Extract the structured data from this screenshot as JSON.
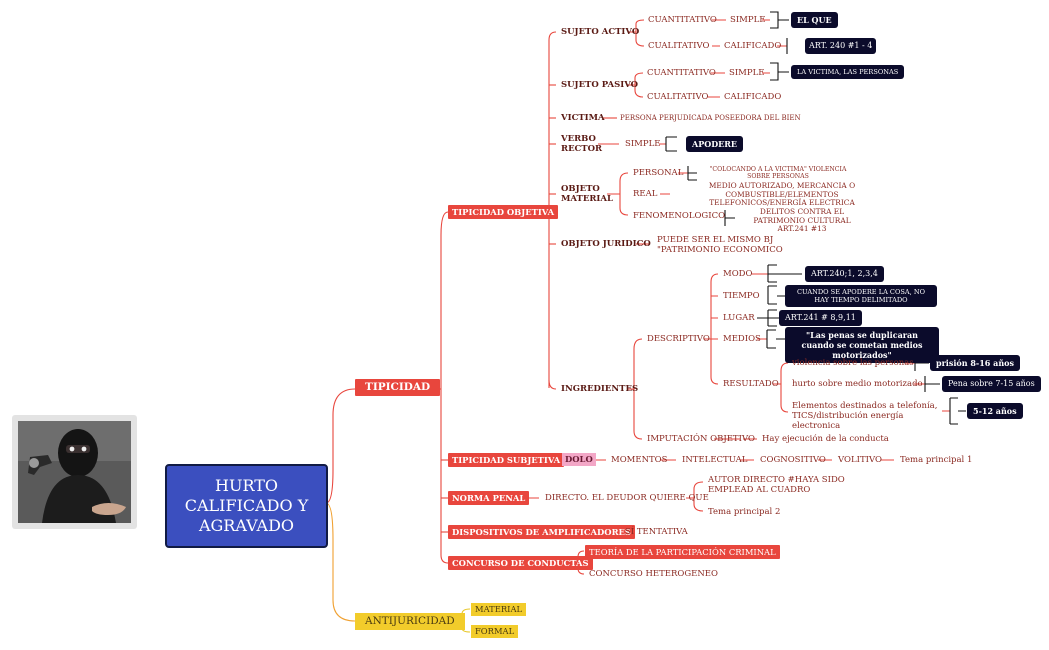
{
  "root": "HURTO CALIFICADO Y AGRAVADO",
  "main": {
    "tipicidad": "TIPICIDAD",
    "antijuricidad": "ANTIJURICIDAD"
  },
  "anti": {
    "material": "MATERIAL",
    "formal": "FORMAL"
  },
  "objetiva": {
    "label": "TIPICIDAD OBJETIVA",
    "sujeto_activo": {
      "label": "SUJETO ACTIVO",
      "cuantitativo": "CUANTITATIVO",
      "simple": "SIMPLE",
      "cualitativo": "CUALITATIVO",
      "calificado": "CALIFICADO",
      "box1": "EL QUE",
      "box2": "ART. 240 #1 - 4"
    },
    "sujeto_pasivo": {
      "label": "SUJETO PASIVO",
      "cuantitativo": "CUANTITATIVO",
      "simple": "SIMPLE",
      "cualitativo": "CUALITATIVO",
      "calificado": "CALIFICADO",
      "box": "LA VICTIMA, LAS PERSONAS"
    },
    "victima": {
      "label": "VICTIMA",
      "desc": "PERSONA PERJUDICADA POSEEDORA DEL BIEN"
    },
    "verbo": {
      "label": "VERBO RECTOR",
      "simple": "SIMPLE",
      "box": "APODERE"
    },
    "objeto_material": {
      "label": "OBJETO MATERIAL",
      "personal": "PERSONAL",
      "personal_desc": "\"COLOCANDO A LA VICTIMA\" VIOLENCIA SOBRE PERSONAS",
      "real": "REAL",
      "real_desc": "MEDIO AUTORIZADO, MERCANCIA O COMBUSTIBLE/ELEMENTOS TELEFONICOS/ENERGÍA ELECTRICA",
      "fenomenologico": "FENOMENOLOGICO",
      "fenom_desc": "DELITOS CONTRA EL PATRIMONIO CULTURAL ART.241 #13"
    },
    "objeto_juridico": {
      "label": "OBJETO JURIDICO",
      "desc": "PUEDE SER EL MISMO BJ \"PATRIMONIO ECONOMICO"
    },
    "ingredientes": {
      "label": "INGREDIENTES",
      "descriptivo": "DESCRIPTIVO",
      "modo": "MODO",
      "modo_box": "ART.240;1, 2,3,4",
      "tiempo": "TIEMPO",
      "tiempo_box": "CUANDO SE APODERE LA COSA, NO HAY TIEMPO DELIMITADO",
      "lugar": "LUGAR",
      "lugar_box": "ART.241 # 8,9,11",
      "medios": "MEDIOS",
      "medios_box": "\"Las penas se duplicaran cuando se cometan medios motorizados\"",
      "resultado": "RESULTADO",
      "r1": "violencia sobre las personas",
      "r1_box": "prisión 8-16 años",
      "r2": "hurto sobre medio motorizado",
      "r2_box": "Pena sobre 7-15 años",
      "r3": "Elementos destinados a telefonía, TICS/distribución energía electronica",
      "r3_box": "5-12 años",
      "imputacion": "IMPUTACIÓN OBJETIVO",
      "imputacion_desc": "Hay ejecución de la conducta"
    }
  },
  "subjetiva": {
    "label": "TIPICIDAD SUBJETIVA",
    "dolo": "DOLO",
    "momentos": "MOMENTOS",
    "intelectual": "INTELECTUAL",
    "cognositivo": "COGNOSITIVO",
    "volitivo": "VOLITIVO",
    "tema": "Tema principal 1"
  },
  "norma": {
    "label": "NORMA PENAL",
    "directo": "DIRECTO. EL DEUDOR QUIERE QUE",
    "autor": "AUTOR DIRECTO #HAYA SIDO EMPLEAD AL CUADRO",
    "tema": "Tema principal 2"
  },
  "dispositivos": {
    "label": "DISPOSITIVOS DE AMPLIFICADORES",
    "desc": "SÍ TENTATIVA"
  },
  "concurso": {
    "label": "CONCURSO DE CONDUCTAS",
    "teoria": "TEORÍA DE LA PARTICIPACIÓN CRIMINAL",
    "heterogeneo": "CONCURSO HETEROGENEO"
  },
  "colors": {
    "red": "#e8463d",
    "orange": "#f0a030",
    "yellow": "#f2cc2b",
    "navy": "#0b0b2b",
    "root": "#3b4fbf"
  }
}
